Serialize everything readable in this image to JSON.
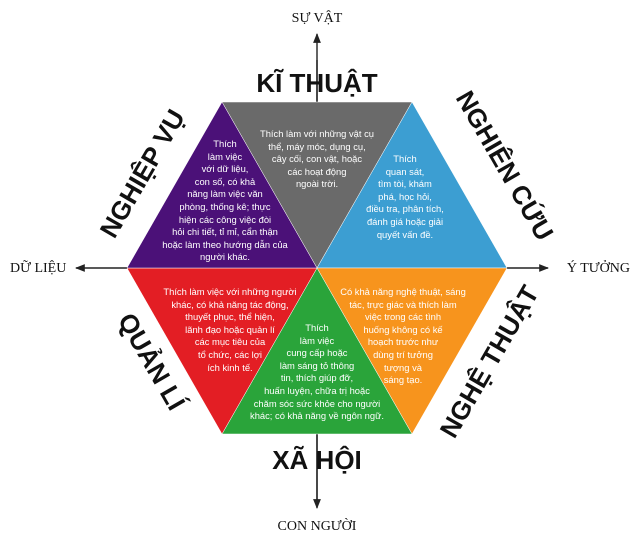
{
  "axes": {
    "top": "SỰ VẬT",
    "bottom": "CON NGƯỜI",
    "left": "DỮ LIỆU",
    "right": "Ý TƯỞNG"
  },
  "sections": {
    "technical": {
      "title": "KĨ THUẬT",
      "color": "#6a6a6a",
      "lines": [
        "Thích làm với những vật cụ",
        "thể, máy móc, dụng cụ,",
        "cây cối, con vật, hoặc",
        "các hoạt động",
        "ngoài trời."
      ]
    },
    "research": {
      "title": "NGHIÊN CỨU",
      "color": "#3c9ed2",
      "lines": [
        "Thích",
        "quan sát,",
        "tìm tòi, khám",
        "phá, học hỏi,",
        "điều tra, phân tích,",
        "đánh giá hoặc giải",
        "quyết vấn đề."
      ]
    },
    "artistic": {
      "title": "NGHỆ THUẬT",
      "color": "#f7941d",
      "lines": [
        "Có khả năng nghệ thuật, sáng",
        "tác, trực giác và thích làm",
        "việc trong các tình",
        "huống không có kế",
        "hoạch trước như",
        "dùng trí tưởng",
        "tượng và",
        "sáng tạo."
      ]
    },
    "social": {
      "title": "XÃ HỘI",
      "color": "#2aa43a",
      "lines": [
        "Thích",
        "làm việc",
        "cung cấp hoặc",
        "làm sáng tỏ thông",
        "tin, thích giúp đỡ,",
        "huấn luyện, chữa trị hoặc",
        "chăm sóc sức khỏe cho người",
        "khác; có khả năng về ngôn ngữ."
      ]
    },
    "management": {
      "title": "QUẢN LÍ",
      "color": "#e31e24",
      "lines": [
        "Thích làm việc với những người",
        "khác, có khả năng tác động,",
        "thuyết phục, thể hiện,",
        "lãnh đạo hoặc quản lí",
        "các mục tiêu của",
        "tổ chức, các lợi",
        "ích kinh tế."
      ]
    },
    "professional": {
      "title": "NGHIỆP VỤ",
      "color": "#4b1178",
      "lines": [
        "Thích",
        "làm việc",
        "với dữ liệu,",
        "con số, có khả",
        "năng làm việc văn",
        "phòng, thống kê; thực",
        "hiện các công việc đòi",
        "hỏi chi tiết, tỉ mỉ, cẩn thận",
        "hoặc làm theo hướng dẫn của",
        "người khác."
      ]
    }
  }
}
